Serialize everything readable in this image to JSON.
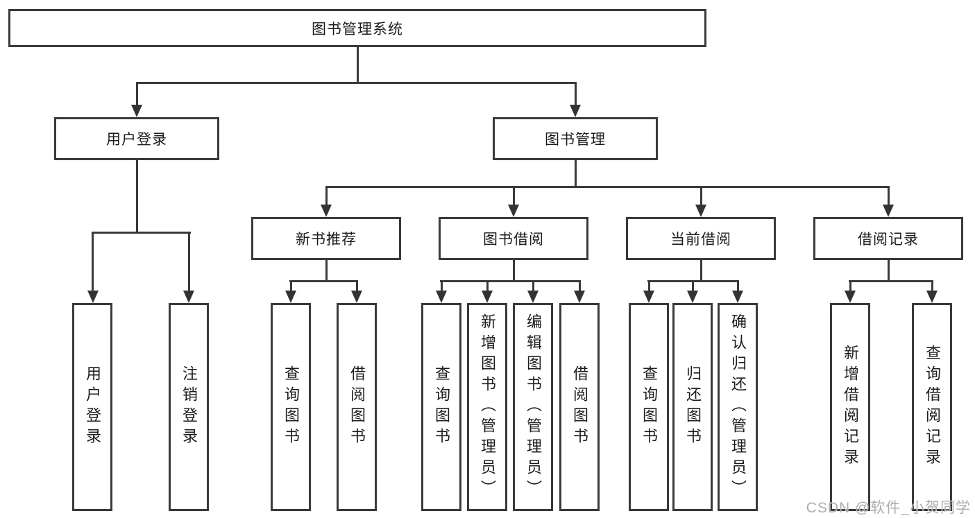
{
  "diagram": {
    "root": {
      "label": "图书管理系统"
    },
    "level2": {
      "user_login": {
        "label": "用户登录"
      },
      "book_management": {
        "label": "图书管理"
      }
    },
    "level3": {
      "new_book_recommend": {
        "label": "新书推荐"
      },
      "book_borrow": {
        "label": "图书借阅"
      },
      "current_borrow": {
        "label": "当前借阅"
      },
      "borrow_record": {
        "label": "借阅记录"
      }
    },
    "leaves": {
      "user_login": {
        "label": "用户登录"
      },
      "logout": {
        "label": "注销登录"
      },
      "query_book_recommend": {
        "label": "查询图书"
      },
      "borrow_book_recommend": {
        "label": "借阅图书"
      },
      "query_book_borrow": {
        "label": "查询图书"
      },
      "add_book_admin": {
        "label": "新增图书（管理员）"
      },
      "edit_book_admin": {
        "label": "编辑图书（管理员）"
      },
      "borrow_book_borrow": {
        "label": "借阅图书"
      },
      "query_book_current": {
        "label": "查询图书"
      },
      "return_book": {
        "label": "归还图书"
      },
      "confirm_return_admin": {
        "label": "确认归还（管理员）"
      },
      "add_borrow_record": {
        "label": "新增借阅记录"
      },
      "query_borrow_record": {
        "label": "查询借阅记录"
      }
    }
  },
  "watermark": {
    "text": "CSDN @软件_小贺同学"
  },
  "colors": {
    "line": "#3a3a3a",
    "text": "#1c1c1c",
    "watermark": "#adadad",
    "background": "#ffffff"
  }
}
